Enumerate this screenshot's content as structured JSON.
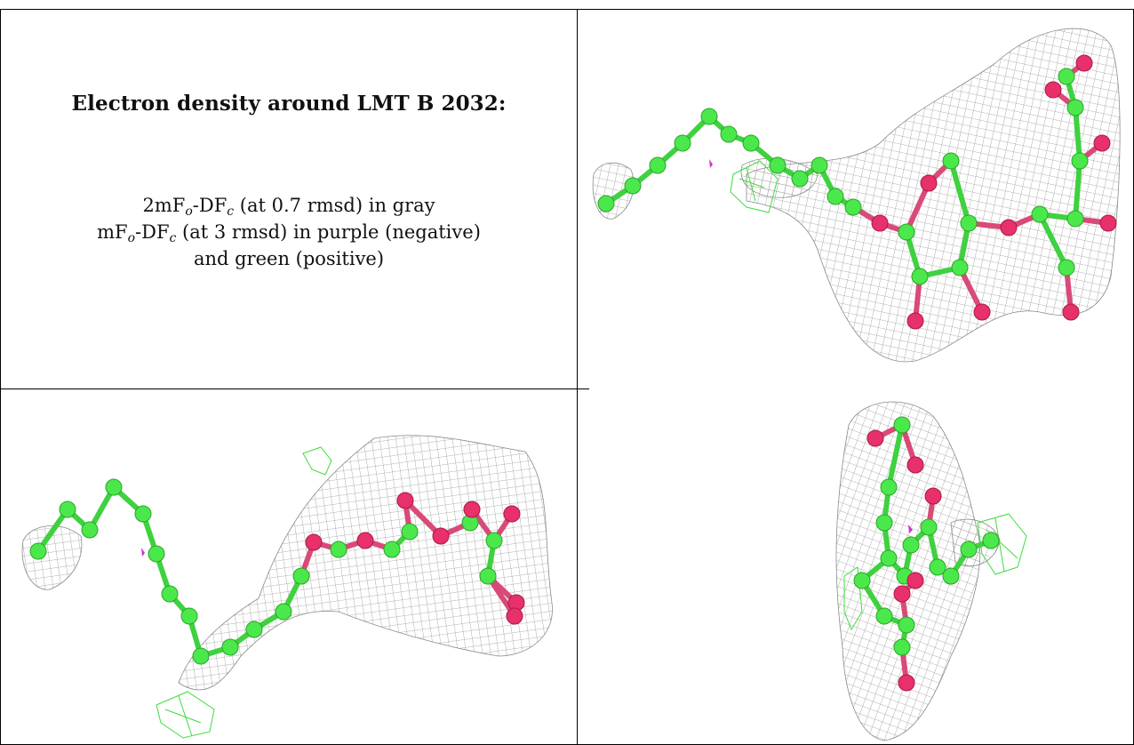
{
  "caption": {
    "title": "Electron density around LMT B 2032:",
    "line1": {
      "pre": "2mF",
      "sub1": "o",
      "mid": "-DF",
      "sub2": "c",
      "post": " (at 0.7 rmsd) in gray"
    },
    "line2": {
      "pre": "mF",
      "sub1": "o",
      "mid": "-DF",
      "sub2": "c",
      "post": " (at 3 rmsd) in purple (negative)"
    },
    "line3": "and green (positive)"
  },
  "colors": {
    "mesh": "#9a9a9a",
    "carbon": "#4be84b",
    "oxygen": "#e8306a",
    "positive_density": "#3ddc3d",
    "negative_density": "#cc33cc"
  },
  "panels": [
    {
      "view": "side-view-1"
    },
    {
      "view": "side-view-2"
    },
    {
      "view": "end-on-view"
    }
  ]
}
